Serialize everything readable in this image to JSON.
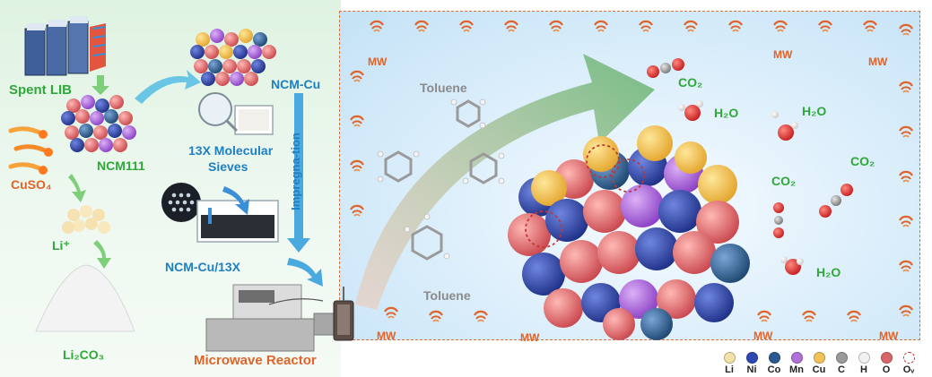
{
  "labels": {
    "spent_lib": "Spent LIB",
    "ncm111": "NCM111",
    "cuso4": "CuSO₄",
    "li_plus": "Li⁺",
    "li2co3": "Li₂CO₃",
    "ncm_cu": "NCM-Cu",
    "molecular_sieves_line1": "13X Molecular",
    "molecular_sieves_line2": "Sieves",
    "impregnation": "Impregna-tion",
    "ncm_cu_13x": "NCM-Cu/13X",
    "microwave_reactor": "Microwave Reactor",
    "toluene_top": "Toluene",
    "toluene_bottom": "Toluene",
    "co2_a": "CO₂",
    "co2_b": "CO₂",
    "co2_c": "CO₂",
    "h2o_a": "H₂O",
    "h2o_b": "H₂O",
    "h2o_c": "H₂O",
    "mw": "MW"
  },
  "legend": [
    {
      "symbol": "Li",
      "color": "#f5e2a8"
    },
    {
      "symbol": "Ni",
      "color": "#2d47b5"
    },
    {
      "symbol": "Co",
      "color": "#2a5a92"
    },
    {
      "symbol": "Mn",
      "color": "#b070d8"
    },
    {
      "symbol": "Cu",
      "color": "#f2c35a"
    },
    {
      "symbol": "C",
      "color": "#9a9a9a"
    },
    {
      "symbol": "H",
      "color": "#f2f2f2"
    },
    {
      "symbol": "O",
      "color": "#d9676a"
    },
    {
      "symbol": "Oᵥ",
      "color": "#ffffff"
    }
  ],
  "colors": {
    "green_label": "#2fa83a",
    "blue_label": "#1e7fc2",
    "orange_label": "#e0642a",
    "frame_border": "#d9733a"
  }
}
